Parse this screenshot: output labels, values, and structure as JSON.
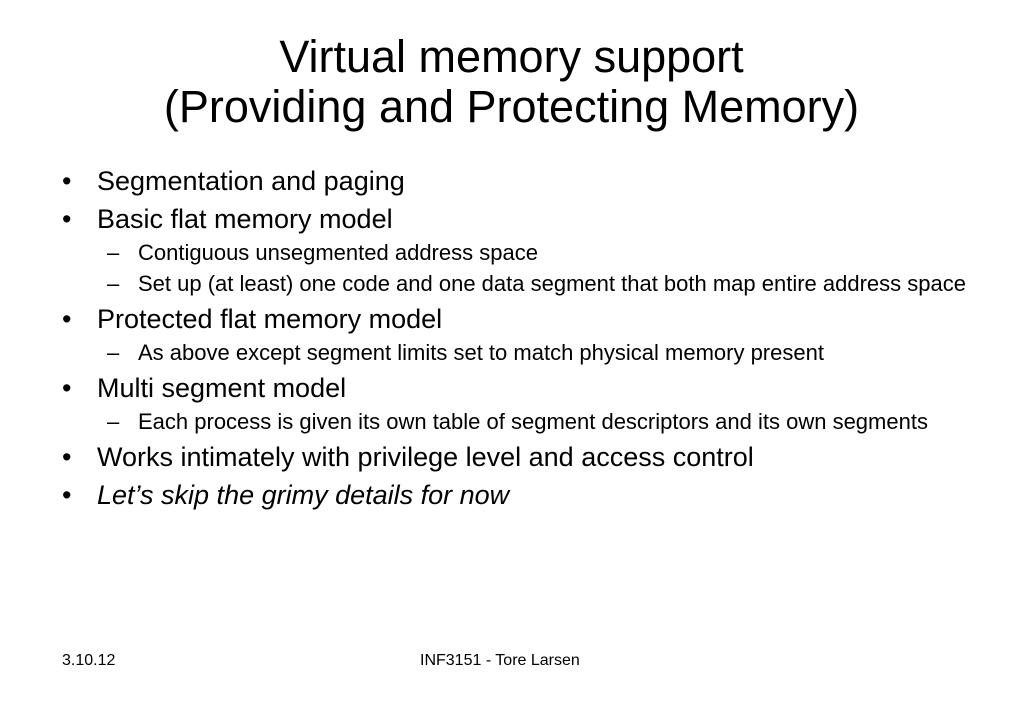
{
  "slide": {
    "title_line1": "Virtual memory support",
    "title_line2": "(Providing and Protecting Memory)",
    "bullet_char": "•",
    "dash_char": "–",
    "items": [
      {
        "level": 1,
        "text": "Segmentation and paging"
      },
      {
        "level": 1,
        "text": "Basic flat memory model"
      },
      {
        "level": 2,
        "text": "Contiguous unsegmented address space"
      },
      {
        "level": 2,
        "text": "Set up (at least) one code and one data segment that both map entire address space"
      },
      {
        "level": 1,
        "text": "Protected flat memory model"
      },
      {
        "level": 2,
        "text": "As above except segment limits set to match physical memory present"
      },
      {
        "level": 1,
        "text": "Multi segment model"
      },
      {
        "level": 2,
        "text": "Each process is given its own table of segment descriptors and its own segments"
      },
      {
        "level": 1,
        "text": "Works intimately with privilege level and access control"
      },
      {
        "level": 1,
        "text": "Let’s skip the grimy details for now",
        "italic": true
      }
    ]
  },
  "footer": {
    "date": "3.10.12",
    "center": "INF3151 - Tore Larsen"
  }
}
